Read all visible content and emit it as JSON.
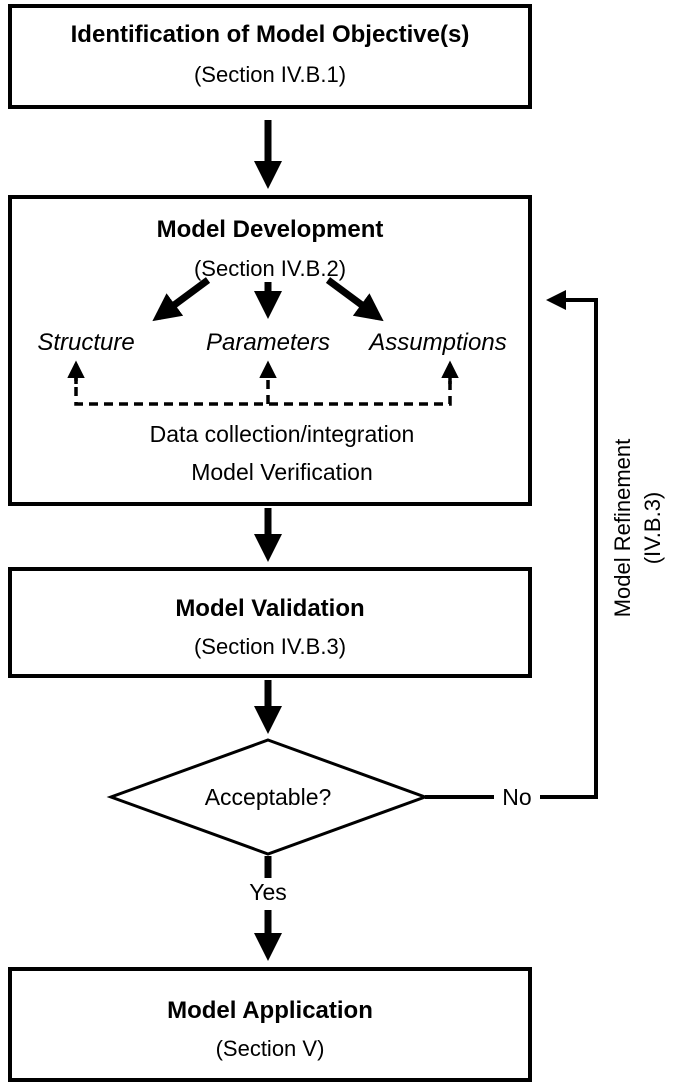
{
  "nodes": {
    "objective": {
      "title": "Identification of Model Objective(s)",
      "section": "(Section IV.B.1)"
    },
    "development": {
      "title": "Model Development",
      "section": "(Section IV.B.2)",
      "components": [
        "Structure",
        "Parameters",
        "Assumptions"
      ],
      "notes": [
        "Data collection/integration",
        "Model Verification"
      ]
    },
    "validation": {
      "title": "Model Validation",
      "section": "(Section IV.B.3)"
    },
    "decision": {
      "label": "Acceptable?",
      "no_label": "No",
      "yes_label": "Yes"
    },
    "application": {
      "title": "Model Application",
      "section": "(Section V)"
    }
  },
  "refinement": {
    "line1": "Model Refinement",
    "line2": "(IV.B.3)"
  }
}
